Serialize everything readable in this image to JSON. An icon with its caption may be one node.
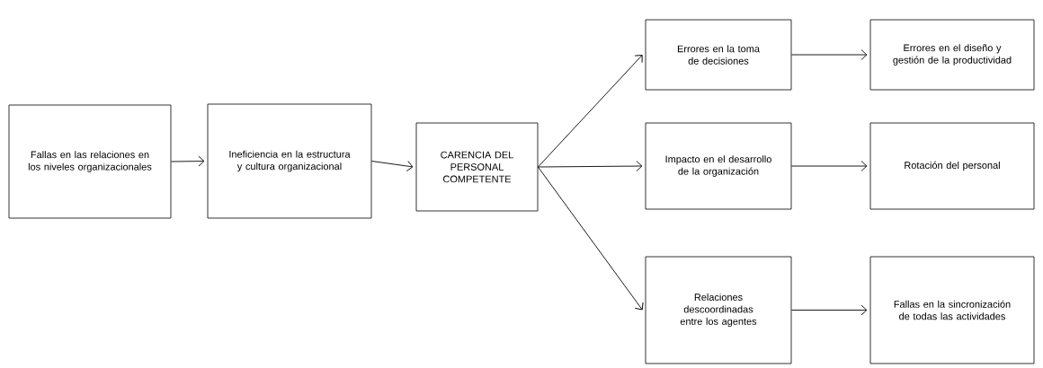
{
  "diagram": {
    "nodes": [
      {
        "text": [
          "Fallas en las relaciones en los niveles organizacionales"
        ]
      },
      {
        "text": [
          "Ineficiencia en la estructura y cultura organizacional"
        ]
      },
      {
        "text": [
          "CARENCIA DEL PERSONAL COMPETENTE"
        ]
      },
      {
        "text": [
          "Errores en la toma de decisiones"
        ]
      },
      {
        "text": [
          "Errores en el diseño y gestión de la productividad"
        ]
      },
      {
        "text": [
          "Impacto en el desarrollo de la organización"
        ]
      },
      {
        "text": [
          "Rotación del personal"
        ]
      },
      {
        "text": [
          "Relaciones descoordinadas entre los agentes"
        ]
      },
      {
        "text": [
          "Fallas en la sincronización de todas las actividades"
        ]
      }
    ],
    "edges": [
      {
        "from": 0,
        "to": 1,
        "arrow": "to"
      },
      {
        "from": 1,
        "to": 2,
        "arrow": "to"
      },
      {
        "from": 2,
        "to": 3,
        "arrow": "to"
      },
      {
        "from": 2,
        "to": 5,
        "arrow": "to"
      },
      {
        "from": 2,
        "to": 7,
        "arrow": "to"
      },
      {
        "from": 3,
        "to": 4,
        "arrow": "to"
      },
      {
        "from": 5,
        "to": 6,
        "arrow": "to"
      },
      {
        "from": 7,
        "to": 8,
        "arrow": "to"
      }
    ]
  }
}
